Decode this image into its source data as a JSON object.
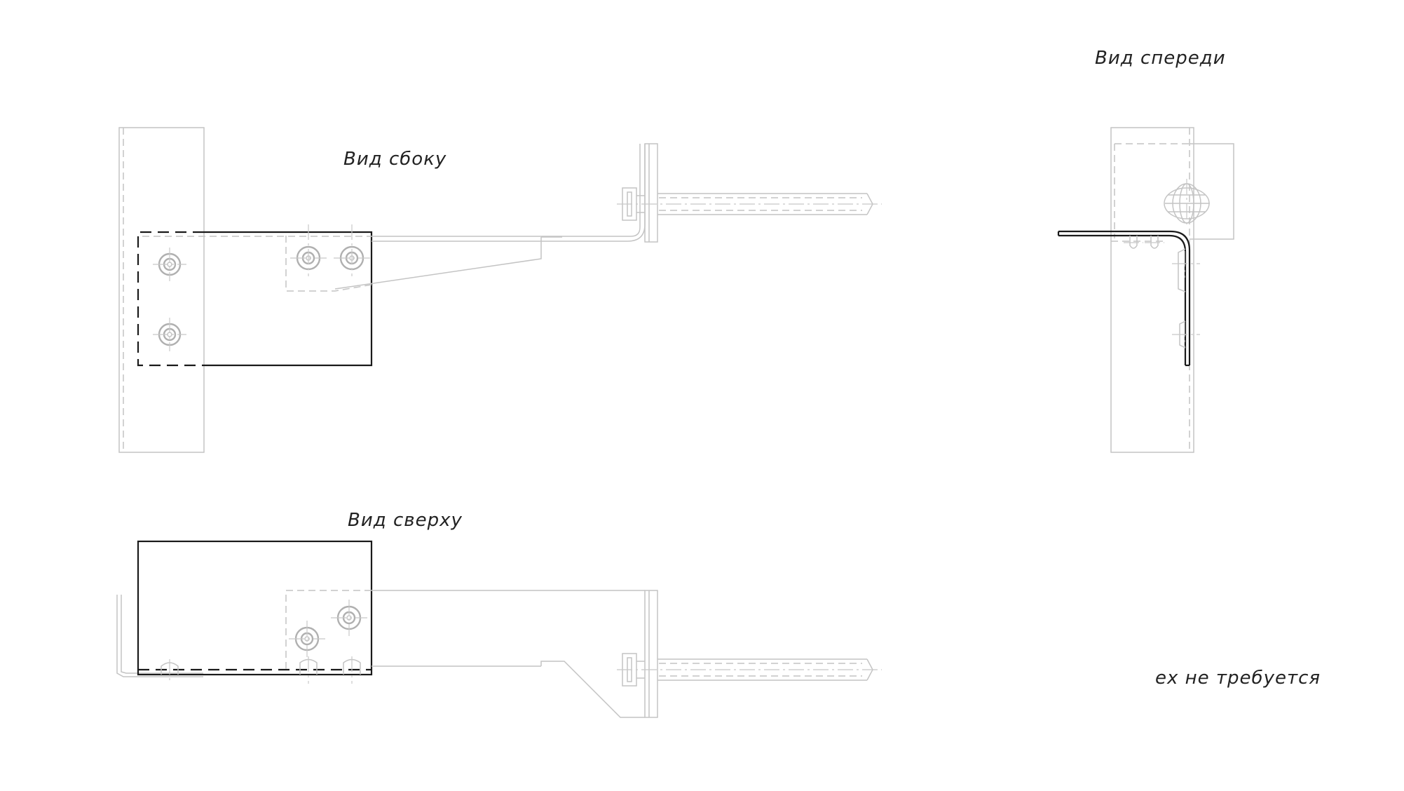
{
  "labels": {
    "side_view": "Вид сбоку",
    "front_view": "Вид спереди",
    "top_view": "Вид сверху",
    "note": "ех не требуется"
  },
  "colors": {
    "background": "#ffffff",
    "primary_line": "#1a1a1a",
    "secondary_line": "#c4c4c4"
  }
}
